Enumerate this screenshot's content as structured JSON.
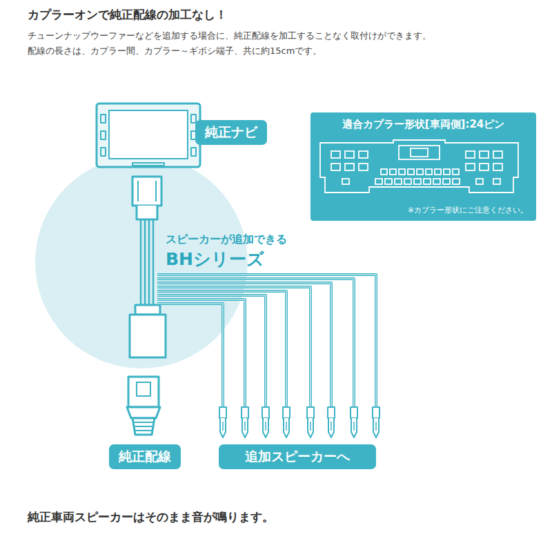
{
  "diagram": {
    "title": "カプラーオンで純正配線の加工なし！",
    "caption": "純正車両スピーカーはそのまま音が鳴ります。",
    "nodes": [
      {
        "text": [
          "純正ナビ"
        ]
      },
      {
        "text": [
          "適合カプラー形状[車両側]:24ピン",
          "※カプラー形状にご注意ください。"
        ]
      },
      {
        "text": [
          "スピーカーが追加できる",
          "BHシリーズ"
        ]
      },
      {
        "text": [
          "純正配線"
        ]
      },
      {
        "text": [
          "追加スピーカーへ"
        ]
      }
    ],
    "labels": [
      "チューンナップウーファーなどを追加する場合に、純正配線を加工することなく取付けができます。",
      "配線の長さは、カプラー間、カプラー～ギボシ端子、共に約15cmです。"
    ]
  }
}
